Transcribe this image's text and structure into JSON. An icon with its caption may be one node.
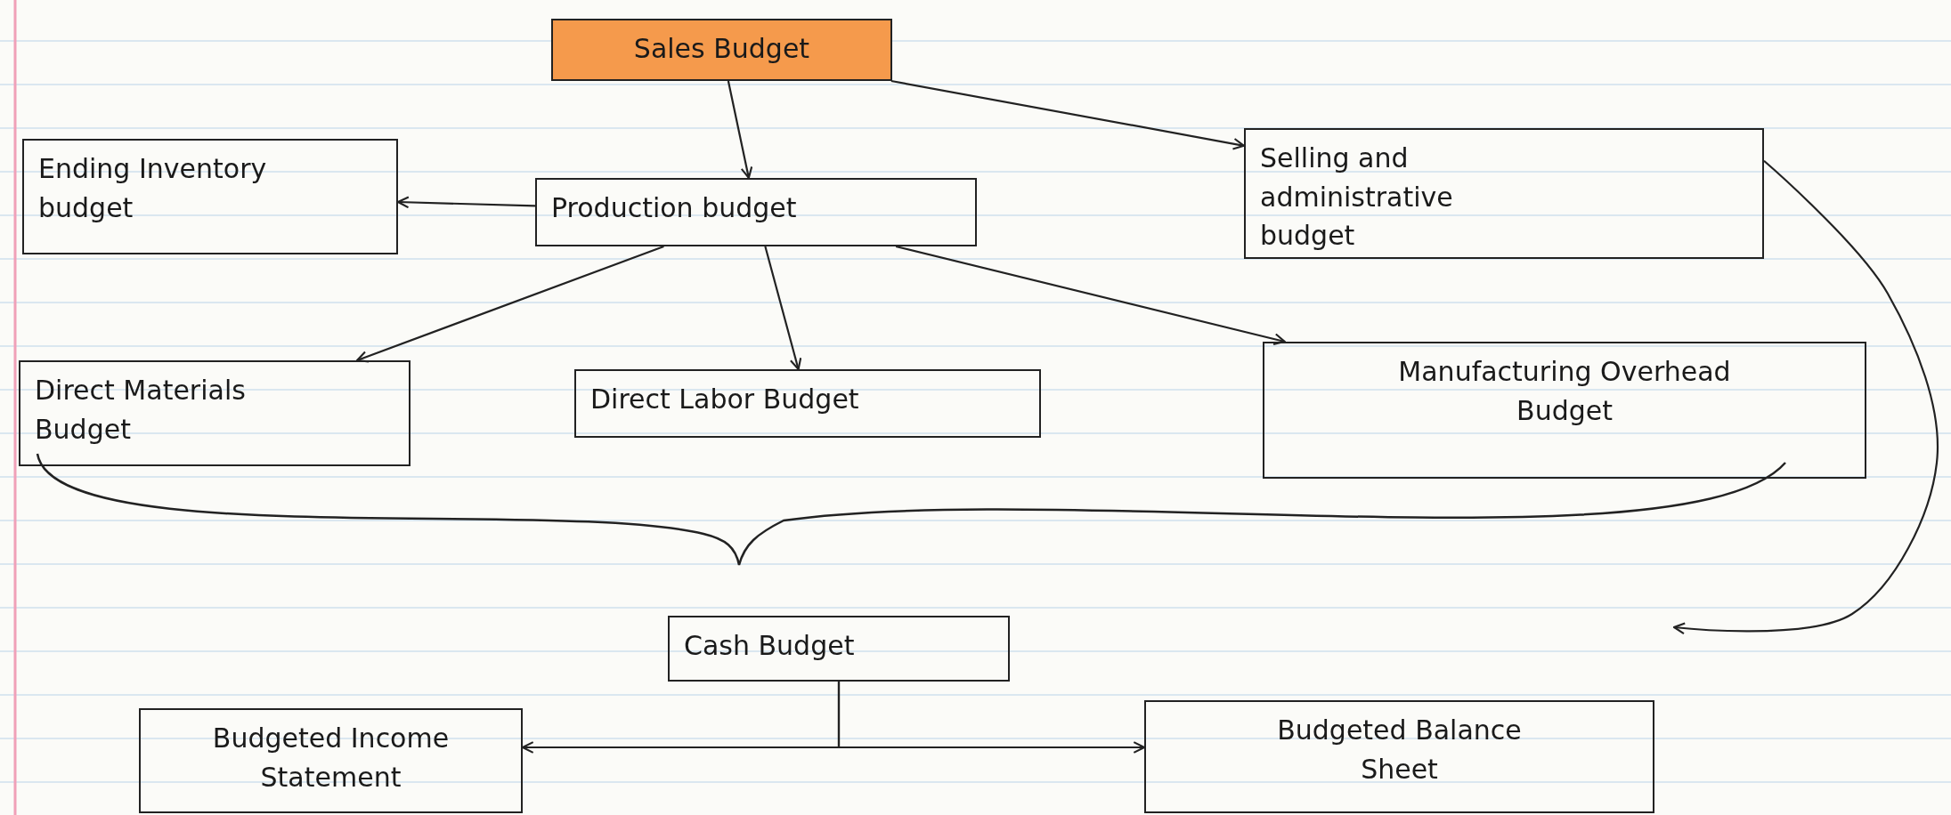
{
  "diagram": {
    "nodes": [
      {
        "text": [
          "Sales Budget"
        ]
      },
      {
        "text": [
          "Ending Inventory budget"
        ]
      },
      {
        "text": [
          "Production budget"
        ]
      },
      {
        "text": [
          "Selling and administrative budget"
        ]
      },
      {
        "text": [
          "Direct Materials Budget"
        ]
      },
      {
        "text": [
          "Direct Labor Budget"
        ]
      },
      {
        "text": [
          "Manufacturing Overhead Budget"
        ]
      },
      {
        "text": [
          "Cash Budget"
        ]
      },
      {
        "text": [
          "Budgeted Income Statement"
        ]
      },
      {
        "text": [
          "Budgeted Balance Sheet"
        ]
      }
    ],
    "edges": [
      {
        "from": 0,
        "to": 2,
        "arrow": "to"
      },
      {
        "from": 0,
        "to": 3,
        "arrow": "to"
      },
      {
        "from": 2,
        "to": 1,
        "arrow": "to"
      },
      {
        "from": 2,
        "to": 4,
        "arrow": "to"
      },
      {
        "from": 2,
        "to": 5,
        "arrow": "to"
      },
      {
        "from": 2,
        "to": 6,
        "arrow": "to"
      },
      {
        "from": 3,
        "to": null,
        "arrow": "to"
      },
      {
        "from": 7,
        "to": 8,
        "arrow": "to"
      },
      {
        "from": 7,
        "to": 9,
        "arrow": "to"
      }
    ]
  }
}
